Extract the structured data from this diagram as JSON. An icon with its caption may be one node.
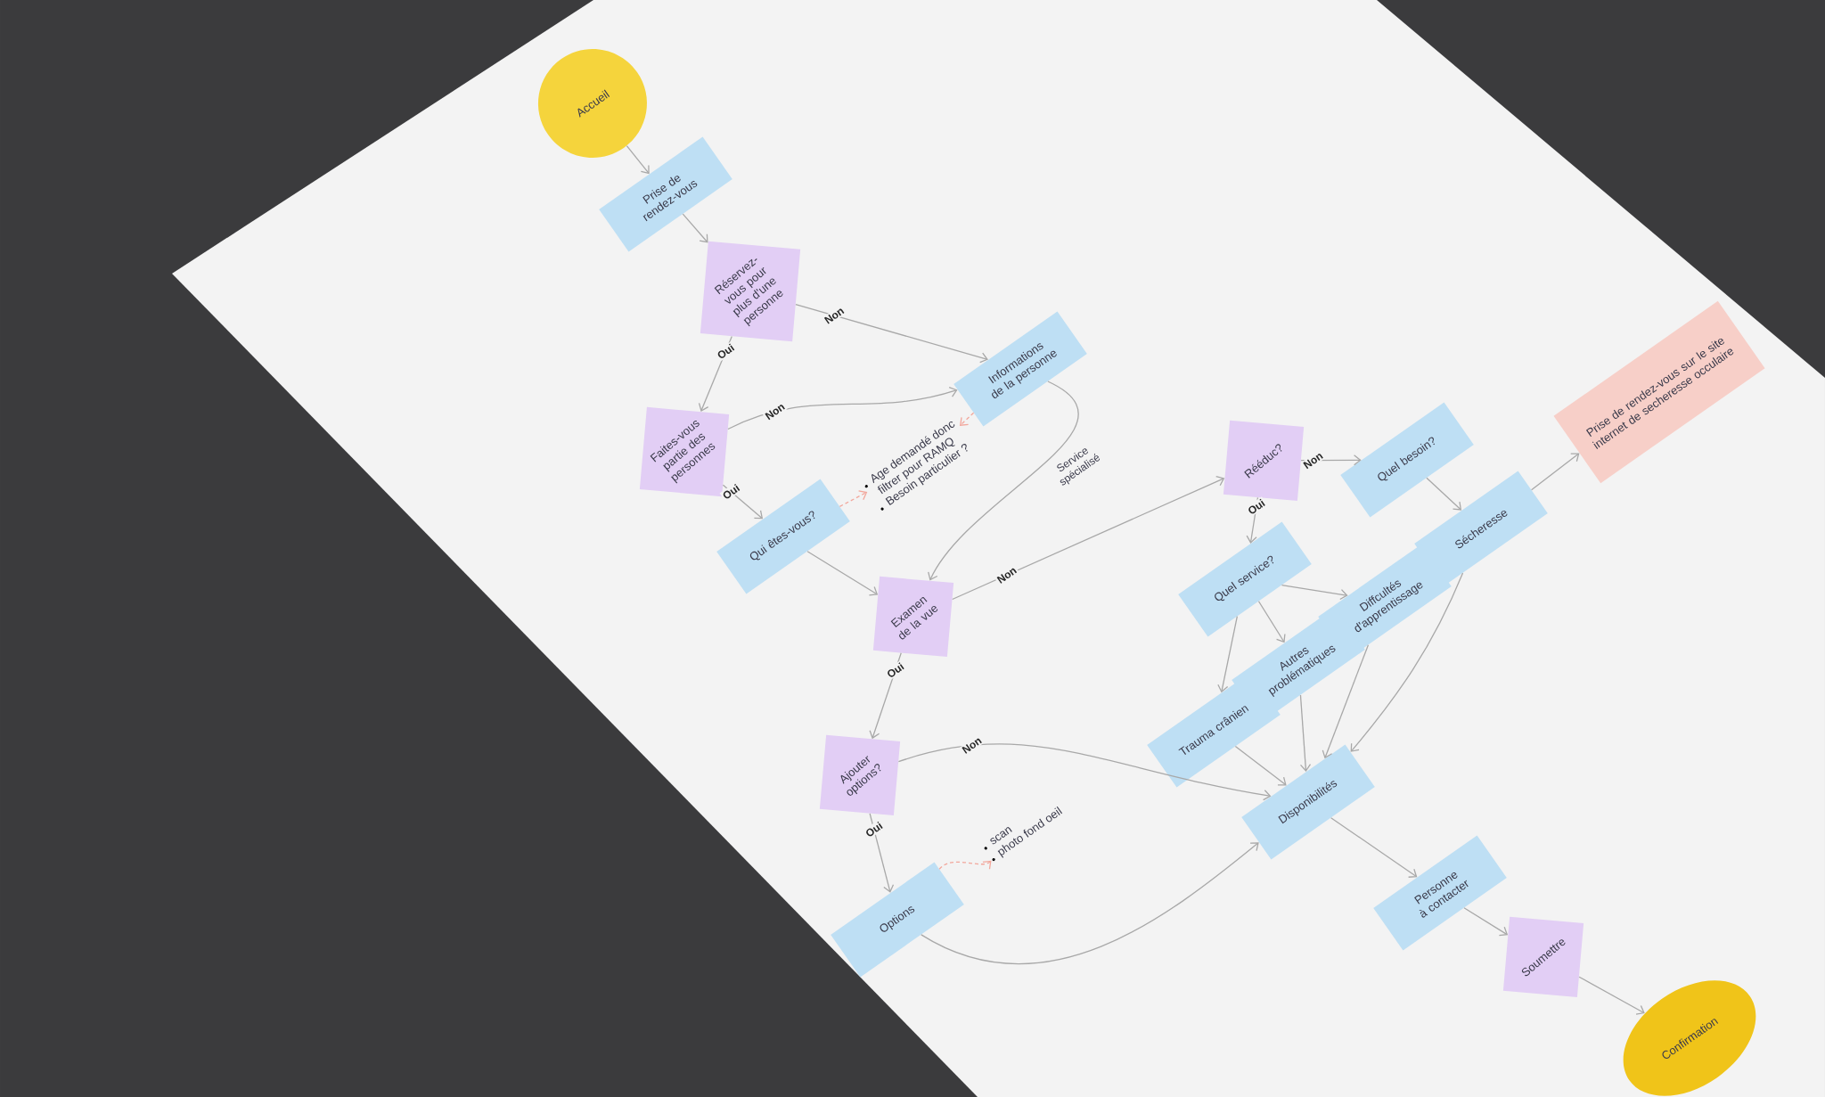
{
  "diagram": {
    "nodes": [
      {
        "text": [
          "Accueil"
        ]
      },
      {
        "text": [
          "Prise de rendez-vous"
        ]
      },
      {
        "text": [
          "Réservez-vous pour plus d'une personne"
        ]
      },
      {
        "text": [
          "Informations de la personne"
        ]
      },
      {
        "text": [
          "Faites-vous partie des personnes"
        ]
      },
      {
        "text": [
          "Qui êtes-vous?"
        ]
      },
      {
        "text": [
          "Age demandé donc filtrer pour RAMQ",
          "Besoin particulier ?"
        ]
      },
      {
        "text": [
          "Examen de la vue"
        ]
      },
      {
        "text": [
          "Ajouter options?"
        ]
      },
      {
        "text": [
          "Options"
        ]
      },
      {
        "text": [
          "scan",
          "photo fond oeil"
        ]
      },
      {
        "text": [
          "Rééduc?"
        ]
      },
      {
        "text": [
          "Quel besoin?"
        ]
      },
      {
        "text": [
          "Quel service?"
        ]
      },
      {
        "text": [
          "Sécheresse"
        ]
      },
      {
        "text": [
          "Prise de rendez-vous sur le site internet de secheresse occulaire"
        ]
      },
      {
        "text": [
          "Diffcultés d'apprentissage"
        ]
      },
      {
        "text": [
          "Autres problématiques"
        ]
      },
      {
        "text": [
          "Trauma crânien"
        ]
      },
      {
        "text": [
          "Disponibilités"
        ]
      },
      {
        "text": [
          "Personne à contacter"
        ]
      },
      {
        "text": [
          "Soumettre"
        ]
      },
      {
        "text": [
          "Confirmation"
        ]
      }
    ],
    "edges": [
      {
        "from": 0,
        "to": 1,
        "arrow": "to"
      },
      {
        "from": 1,
        "to": 2,
        "arrow": "to"
      },
      {
        "from": 2,
        "to": 3,
        "arrow": "to",
        "label": "Non"
      },
      {
        "from": 2,
        "to": 4,
        "arrow": "to",
        "label": "Oui"
      },
      {
        "from": 4,
        "to": 3,
        "arrow": "to",
        "label": "Non"
      },
      {
        "from": 4,
        "to": 5,
        "arrow": "to",
        "label": "Oui"
      },
      {
        "from": 3,
        "to": 6,
        "arrow": "to",
        "style": "dashed",
        "color": "#f2a79c"
      },
      {
        "from": 5,
        "to": 6,
        "arrow": "to",
        "style": "dashed",
        "color": "#f2a79c"
      },
      {
        "from": 5,
        "to": 7,
        "arrow": "to"
      },
      {
        "from": 3,
        "to": 7,
        "arrow": "to"
      },
      {
        "from": 7,
        "to": 11,
        "arrow": "to",
        "label": "Non"
      },
      {
        "from": 7,
        "to": 8,
        "arrow": "to",
        "label": "Oui"
      },
      {
        "from": 8,
        "to": 19,
        "arrow": "to",
        "label": "Non"
      },
      {
        "from": 8,
        "to": 9,
        "arrow": "to",
        "label": "Oui"
      },
      {
        "from": 9,
        "to": 10,
        "arrow": "to",
        "style": "dashed",
        "color": "#f2a79c"
      },
      {
        "from": 9,
        "to": 19,
        "arrow": "to"
      },
      {
        "from": 11,
        "to": 13,
        "arrow": "to",
        "label": "Oui"
      },
      {
        "from": 11,
        "to": 12,
        "arrow": "to",
        "label": "Non"
      },
      {
        "from": 12,
        "to": 14,
        "arrow": "to"
      },
      {
        "from": 14,
        "to": 15,
        "arrow": "to"
      },
      {
        "from": 14,
        "to": 19,
        "arrow": "to"
      },
      {
        "from": 13,
        "to": 16,
        "arrow": "to"
      },
      {
        "from": 13,
        "to": 17,
        "arrow": "to"
      },
      {
        "from": 13,
        "to": 18,
        "arrow": "to"
      },
      {
        "from": 16,
        "to": 19,
        "arrow": "to"
      },
      {
        "from": 17,
        "to": 19,
        "arrow": "to"
      },
      {
        "from": 18,
        "to": 19,
        "arrow": "to"
      },
      {
        "from": 19,
        "to": 20,
        "arrow": "to"
      },
      {
        "from": 20,
        "to": 21,
        "arrow": "to"
      },
      {
        "from": 21,
        "to": 22,
        "arrow": "to"
      }
    ],
    "labels": [
      "Service spécialisé"
    ]
  }
}
